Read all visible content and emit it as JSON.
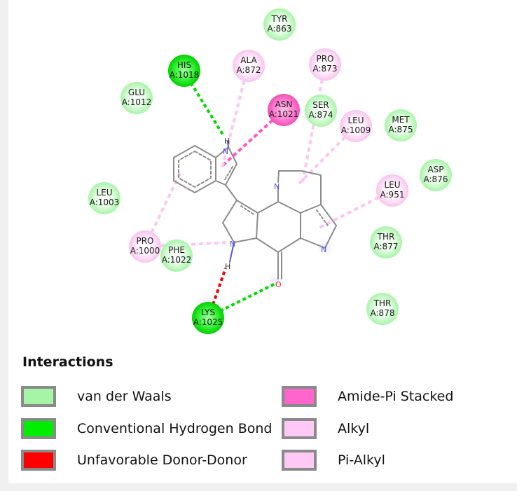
{
  "colors": {
    "van_der_waals": "#a6f5a6",
    "conventional_hbond": "#00ee00",
    "unfavorable_donor_donor": "#ff0000",
    "amide_pi_stacked": "#ff66cc",
    "alkyl": "#ffc8f5",
    "pi_alkyl": "#ffc8f5",
    "bond": "#888888",
    "nitrogen": "#5555ee",
    "oxygen": "#ee3333"
  },
  "residues": [
    {
      "id": "tyr863",
      "name": "TYR",
      "num": "A:863",
      "type": "van_der_waals"
    },
    {
      "id": "his1018",
      "name": "HIS",
      "num": "A:1018",
      "type": "conventional_hbond"
    },
    {
      "id": "ala872",
      "name": "ALA",
      "num": "A:872",
      "type": "alkyl"
    },
    {
      "id": "pro873",
      "name": "PRO",
      "num": "A:873",
      "type": "alkyl"
    },
    {
      "id": "glu1012",
      "name": "GLU",
      "num": "A:1012",
      "type": "van_der_waals"
    },
    {
      "id": "asn1021",
      "name": "ASN",
      "num": "A:1021",
      "type": "amide_pi_stacked"
    },
    {
      "id": "ser874",
      "name": "SER",
      "num": "A:874",
      "type": "van_der_waals"
    },
    {
      "id": "leu1009",
      "name": "LEU",
      "num": "A:1009",
      "type": "alkyl"
    },
    {
      "id": "met875",
      "name": "MET",
      "num": "A:875",
      "type": "van_der_waals"
    },
    {
      "id": "asp876",
      "name": "ASP",
      "num": "A:876",
      "type": "van_der_waals"
    },
    {
      "id": "leu1003",
      "name": "LEU",
      "num": "A:1003",
      "type": "van_der_waals"
    },
    {
      "id": "leu951",
      "name": "LEU",
      "num": "A:951",
      "type": "pi_alkyl"
    },
    {
      "id": "pro1000",
      "name": "PRO",
      "num": "A:1000",
      "type": "pi_alkyl"
    },
    {
      "id": "phe1022",
      "name": "PHE",
      "num": "A:1022",
      "type": "van_der_waals"
    },
    {
      "id": "thr877",
      "name": "THR",
      "num": "A:877",
      "type": "van_der_waals"
    },
    {
      "id": "lys1025",
      "name": "LYS",
      "num": "A:1025",
      "type": "conventional_hbond"
    },
    {
      "id": "thr878",
      "name": "THR",
      "num": "A:878",
      "type": "van_der_waals"
    }
  ],
  "atom_labels": {
    "n_indole": "N",
    "h_indole": "H",
    "n_pyridine": "N",
    "n_pyrrole_right": "N",
    "n_pyrrole_left": "N",
    "h_pyrrole_left": "H",
    "o_carbonyl": "O"
  },
  "legend": {
    "title": "Interactions",
    "items": [
      {
        "type": "van_der_waals",
        "label": "van der Waals"
      },
      {
        "type": "conventional_hbond",
        "label": "Conventional Hydrogen Bond"
      },
      {
        "type": "unfavorable_donor_donor",
        "label": "Unfavorable Donor-Donor"
      },
      {
        "type": "amide_pi_stacked",
        "label": "Amide-Pi Stacked"
      },
      {
        "type": "alkyl",
        "label": "Alkyl"
      },
      {
        "type": "pi_alkyl",
        "label": "Pi-Alkyl"
      }
    ]
  }
}
